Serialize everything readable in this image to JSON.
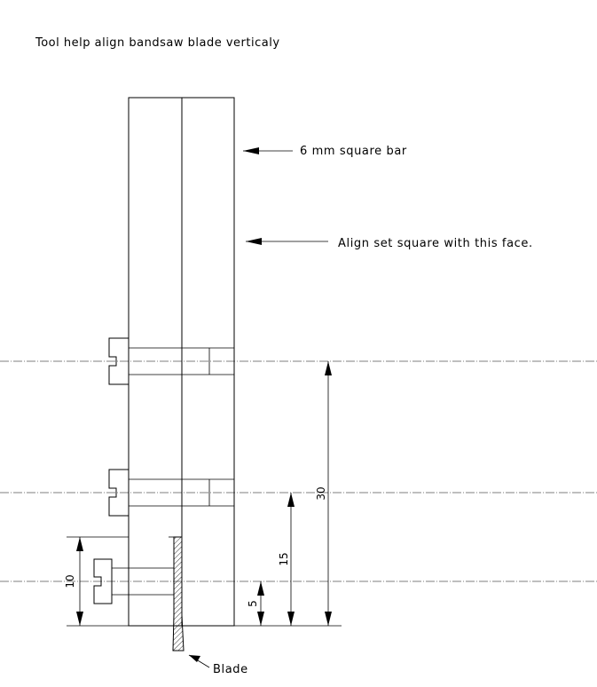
{
  "title": "Tool help align bandsaw blade verticaly",
  "callouts": {
    "bar": "6 mm square bar",
    "face": "Align set square with this face.",
    "blade": "Blade"
  },
  "dimensions": {
    "d30": "30",
    "d15": "15",
    "d5": "5",
    "d10": "10"
  }
}
